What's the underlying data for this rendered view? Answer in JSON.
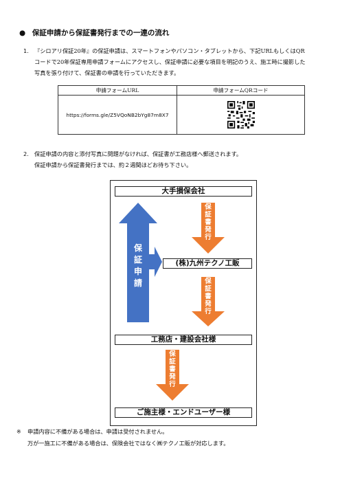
{
  "heading": {
    "bullet": "●",
    "title": "保証申請から保証書発行までの一連の流れ"
  },
  "step1": {
    "num": "1.",
    "lines": [
      "『シロアリ保証20年』の保証申請は、スマートフォンやパソコン・タブレットから、下記URLもしくはQR",
      "コードで20年保証専用申請フォームにアクセスし、保証申請に必要な項目を明記のうえ、施工時に撮影した",
      "写真を張り付けて、保証書の申請を行っていただきます。"
    ]
  },
  "table": {
    "url_header": "申請フォームURL",
    "qr_header": "申請フォームQRコード",
    "url": "https://forms.gle/Z5VQoNB2bYg87m8X7"
  },
  "step2": {
    "num": "2.",
    "lines": [
      "保証申請の内容と添付写真に問題がなければ、保証書が工務店様へ郵送されます。",
      "保証申請から保証書発行までは、約２週間ほどお待ち下さい。"
    ]
  },
  "flow": {
    "insurer": "大手損保会社",
    "agent": "(株)九州テクノ工販",
    "builder": "工務店・建設会社様",
    "enduser": "ご施主様・エンドユーザー様",
    "apply_chars": [
      "保",
      "証",
      "申",
      "請"
    ],
    "issue_chars": [
      "保",
      "証",
      "書",
      "発",
      "行"
    ],
    "blue": "#4472c4",
    "orange": "#ed7d31"
  },
  "notes": {
    "mark": "※",
    "line1": "申請内容に不備がある場合は、申請は受付されません。",
    "line2": "万が一施工に不備がある場合は、保険会社ではなく㈱テクノ工販が対応します。"
  }
}
